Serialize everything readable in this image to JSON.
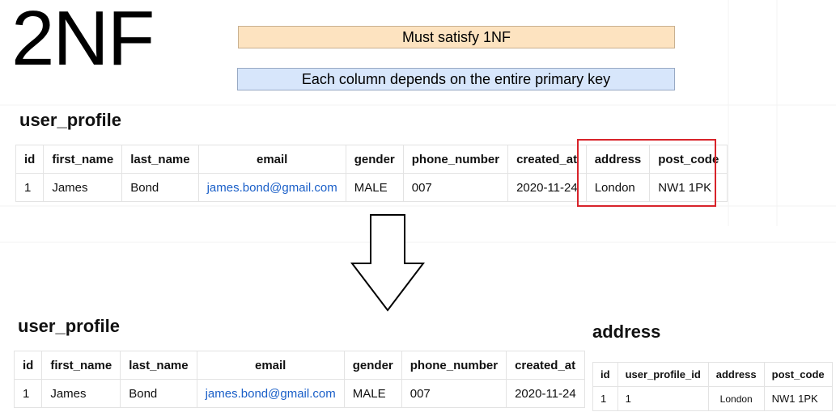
{
  "title": "2NF",
  "notes": [
    "Must satisfy 1NF",
    "Each column depends on the entire primary key"
  ],
  "top_table": {
    "name": "user_profile",
    "columns": [
      "id",
      "first_name",
      "last_name",
      "email",
      "gender",
      "phone_number",
      "created_at",
      "address",
      "post_code"
    ],
    "row": [
      "1",
      "James",
      "Bond",
      "james.bond@gmail.com",
      "MALE",
      "007",
      "2020-11-24",
      "London",
      "NW1 1PK"
    ]
  },
  "bottom_left_table": {
    "name": "user_profile",
    "columns": [
      "id",
      "first_name",
      "last_name",
      "email",
      "gender",
      "phone_number",
      "created_at"
    ],
    "row": [
      "1",
      "James",
      "Bond",
      "james.bond@gmail.com",
      "MALE",
      "007",
      "2020-11-24"
    ]
  },
  "bottom_right_table": {
    "name": "address",
    "columns": [
      "id",
      "user_profile_id",
      "address",
      "post_code"
    ],
    "row": [
      "1",
      "1",
      "London",
      "NW1 1PK"
    ]
  },
  "colors": {
    "highlight": "#d8232a",
    "note1_bg": "#fde3c0",
    "note2_bg": "#d7e6fb",
    "link": "#1a5fc8"
  }
}
